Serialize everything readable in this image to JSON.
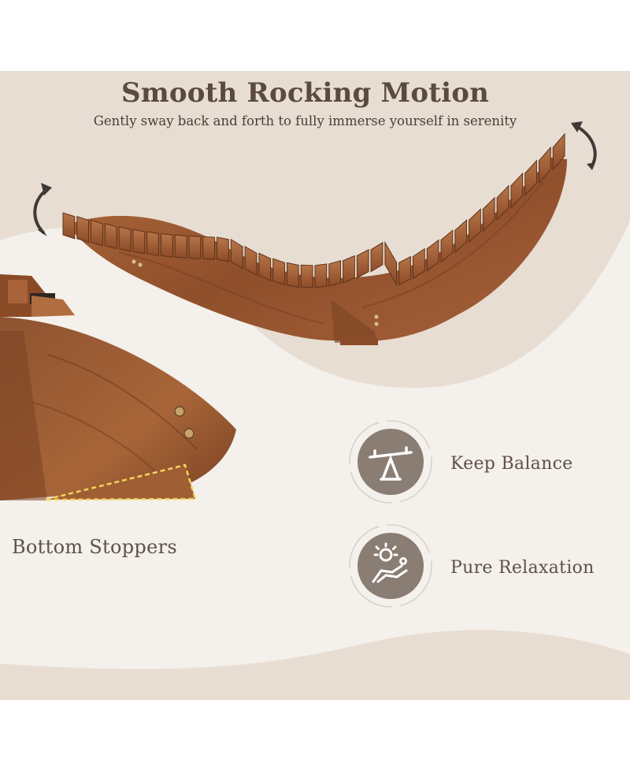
{
  "header": {
    "title": "Smooth Rocking Motion",
    "subtitle": "Gently sway back and forth to fully immerse yourself in serenity"
  },
  "features": [
    {
      "label": "Keep Balance",
      "icon": "seesaw-icon"
    },
    {
      "label": "Pure Relaxation",
      "icon": "sun-lounger-icon"
    }
  ],
  "detail": {
    "label": "Bottom Stoppers"
  },
  "colors": {
    "background": "#e8ddd2",
    "panel": "#f4f0eb",
    "wood": "#9a5a34",
    "wood_dark": "#6e3b1e",
    "badge": "#8a7d73",
    "text": "#5a4a3f"
  }
}
